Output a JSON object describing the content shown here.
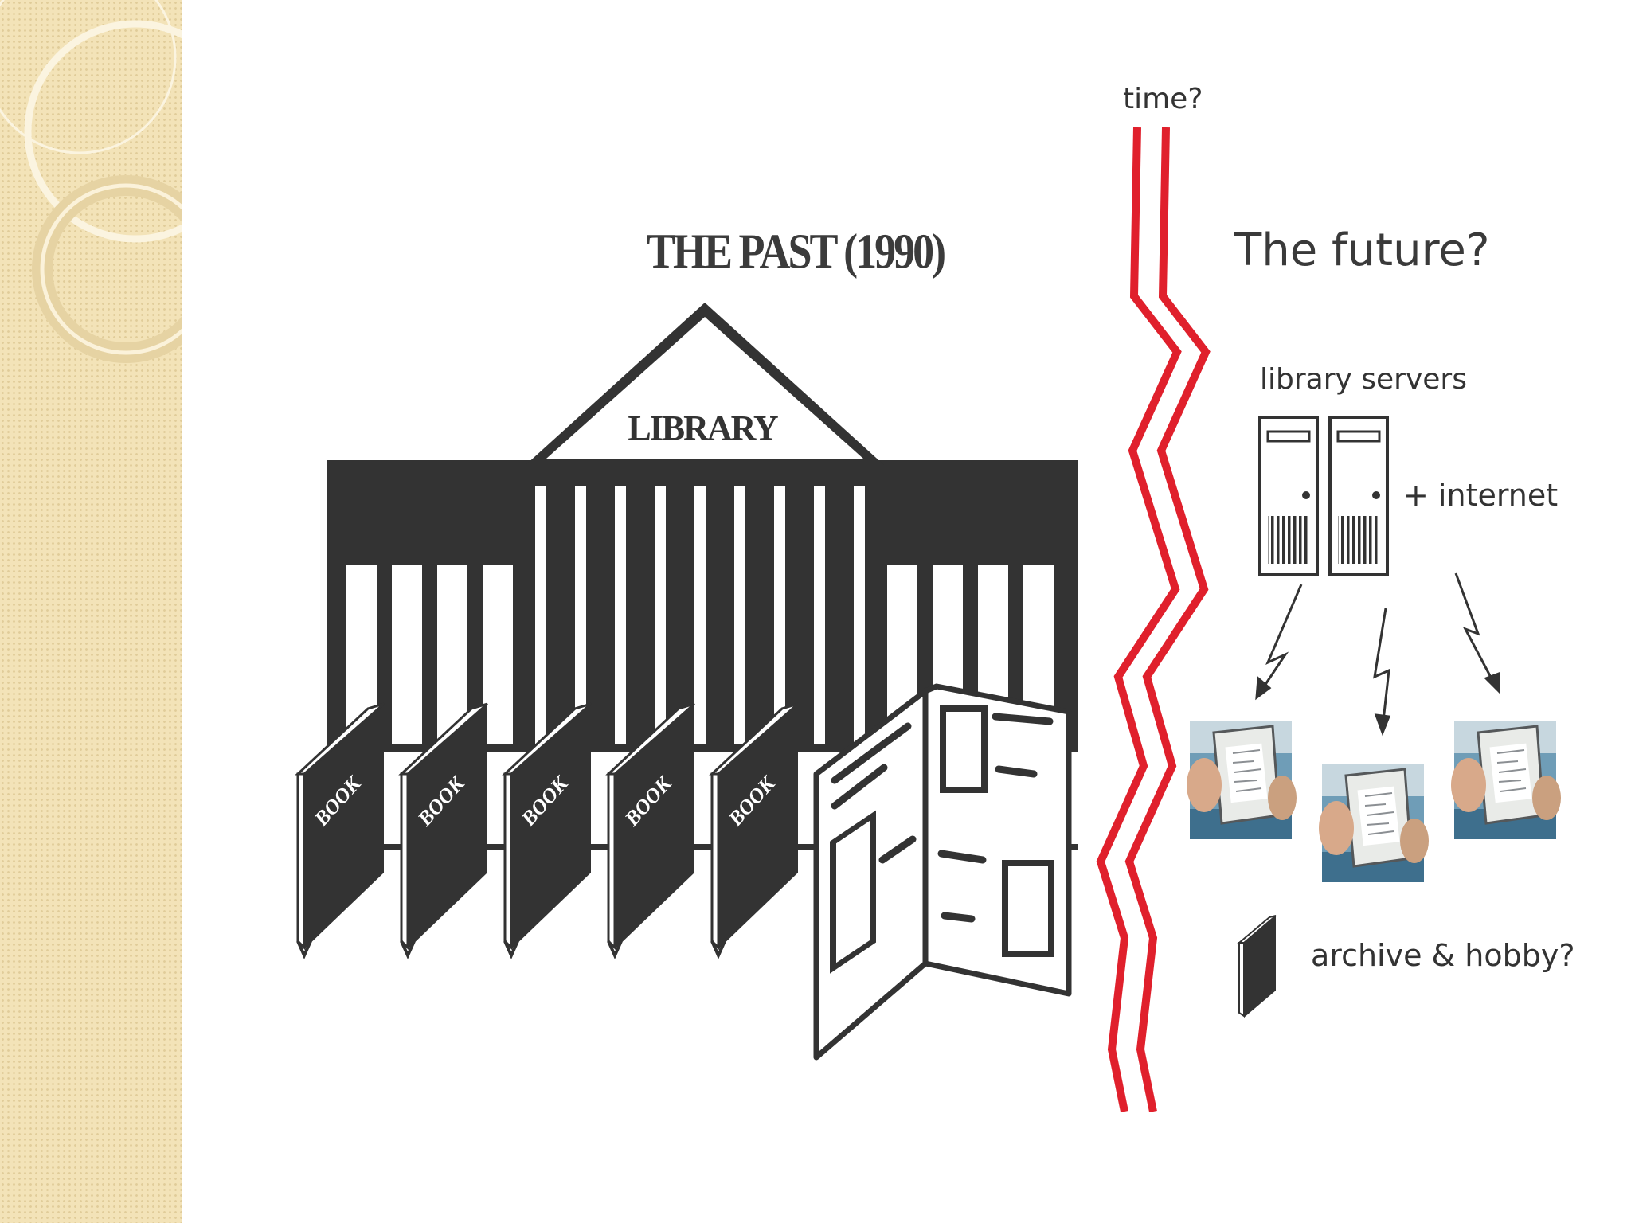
{
  "slide": {
    "past_title": "THE PAST (1990)",
    "library_sign": "LIBRARY",
    "book_label": "BOOK",
    "time_label": "time?",
    "future_title": "The future?",
    "servers_label": "library servers",
    "internet_label": "+ internet",
    "archive_label": "archive & hobby?"
  },
  "colors": {
    "ink": "#333333",
    "divider_red": "#e0202c",
    "side_band": "#f3e3b8"
  },
  "icons": [
    "library-building-icon",
    "book-icon",
    "open-magazine-icon",
    "server-tower-icon",
    "lightning-arrow-icon",
    "ebook-reader-image",
    "small-book-icon"
  ]
}
